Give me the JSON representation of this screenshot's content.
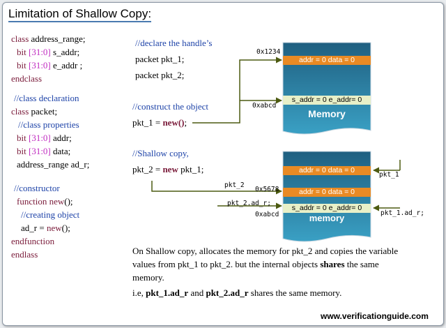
{
  "title": "Limitation of Shallow Copy:",
  "class_code": {
    "l1_kw": "class",
    "l1_rest": " address_range;",
    "l2_kw": "bit",
    "l2_range": " [31:0]",
    "l2_rest": " s_addr;",
    "l3_kw": "bit",
    "l3_range": " [31:0]",
    "l3_rest": " e_addr ;",
    "l4_kw": "endclass",
    "l5_cm": "//class declaration",
    "l6_kw": "class",
    "l6_rest": " packet;",
    "l7_cm": "//class properties",
    "l8_kw": "bit",
    "l8_range": " [31:0]",
    "l8_rest": " addr;",
    "l9_kw": "bit",
    "l9_range": " [31:0]",
    "l9_rest": " data;",
    "l10": "address_range ad_r;",
    "l11_cm": "//constructor",
    "l12_kw": "function",
    "l12_kw2": " new",
    "l12_rest": "();",
    "l13_cm": "//creating object",
    "l14_a": "ad_r = ",
    "l14_kw": "new",
    "l14_rest": "();",
    "l15_kw": "endfunction",
    "l16_kw": "endlass"
  },
  "middle_code": {
    "declare_cm": "//declare the handle’s",
    "decl1": "packet pkt_1;",
    "decl2": "packet pkt_2;",
    "construct_cm": "//construct the object",
    "construct_a": "pkt_1 = ",
    "construct_kw": "new()",
    "construct_b": ";",
    "shallow_cm": "//Shallow copy,",
    "shallow_a": "pkt_2 = ",
    "shallow_kw": "new",
    "shallow_b": " pkt_1;"
  },
  "memory1": {
    "addr_top": "0x1234",
    "addr_bottom": "0xabcd",
    "row1": "addr = 0  data = 0",
    "row2": "s_addr = 0  e_addr= 0",
    "label": "Memory"
  },
  "memory2": {
    "addr_mid": "0x5678",
    "addr_bottom": "0xabcd",
    "row1": "addr = 0  data = 0",
    "row2": "addr = 0  data = 0",
    "row3": "s_addr = 0  e_addr= 0",
    "label": "memory",
    "pkt1_label": "pkt_1",
    "pkt1adr_label": "pkt_1.ad_r;",
    "pkt2_label": "pkt_2",
    "pkt2adr_label": "pkt_2.ad_r;"
  },
  "explanation": {
    "line1": "On Shallow copy, allocates the memory for pkt_2 and copies the variable",
    "line2_a": "values  from pkt_1 to pkt_2.  but the internal objects ",
    "line2_b": "shares",
    "line2_c": " the same",
    "line3": "memory.",
    "line4_a": "i.e, ",
    "line4_b": "pkt_1.ad_r",
    "line4_c": " and ",
    "line4_d": "pkt_2.ad_r",
    "line4_e": " shares the same memory."
  },
  "footer": "www.verificationguide.com",
  "colors": {
    "keyword": "#7a1b3a",
    "comment": "#1e43a8",
    "range": "#c02bc0",
    "mem_top": "#1f5f80",
    "mem_bottom": "#3aa0c4",
    "cell_orange": "#e98a24",
    "wire": "#4c5a10"
  }
}
